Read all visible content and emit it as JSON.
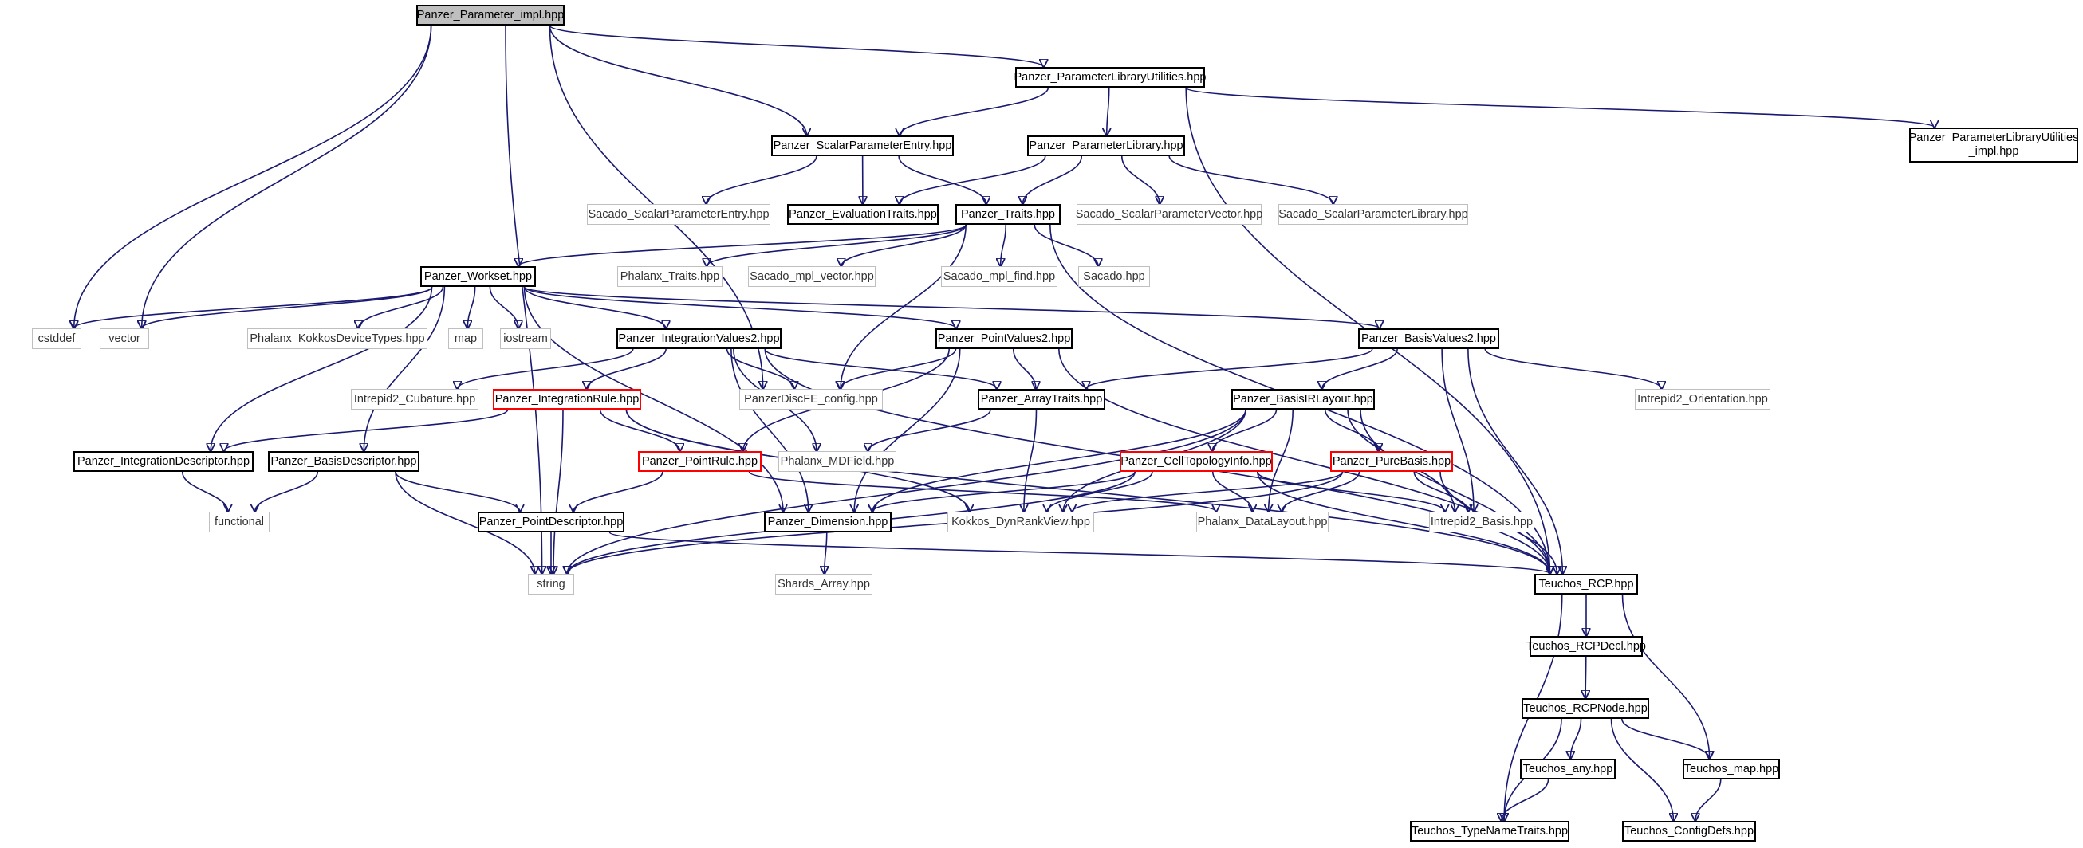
{
  "colors": {
    "edge": "#191970",
    "border_documented": "#000000",
    "border_external": "#bfbfbf",
    "border_incomplete": "#ff0000",
    "root_fill": "#bfbfbf"
  },
  "nodes": {
    "root": "Panzer_Parameter_impl.hpp",
    "param_lib_utils": "Panzer_ParameterLibraryUtilities.hpp",
    "param_lib_utils_impl": "Panzer_ParameterLibraryUtilities\n_impl.hpp",
    "scalar_param_entry": "Panzer_ScalarParameterEntry.hpp",
    "param_library": "Panzer_ParameterLibrary.hpp",
    "sacado_scalar_param_entry": "Sacado_ScalarParameterEntry.hpp",
    "evaluation_traits": "Panzer_EvaluationTraits.hpp",
    "traits": "Panzer_Traits.hpp",
    "sacado_scalar_param_vector": "Sacado_ScalarParameterVector.hpp",
    "sacado_scalar_param_library": "Sacado_ScalarParameterLibrary.hpp",
    "workset": "Panzer_Workset.hpp",
    "phalanx_traits": "Phalanx_Traits.hpp",
    "sacado_mpl_vector": "Sacado_mpl_vector.hpp",
    "sacado_mpl_find": "Sacado_mpl_find.hpp",
    "sacado": "Sacado.hpp",
    "cstddef": "cstddef",
    "vector": "vector",
    "phalanx_kokkos_device_types": "Phalanx_KokkosDeviceTypes.hpp",
    "map": "map",
    "iostream": "iostream",
    "integration_values2": "Panzer_IntegrationValues2.hpp",
    "point_values2": "Panzer_PointValues2.hpp",
    "basis_values2": "Panzer_BasisValues2.hpp",
    "intrepid2_cubature": "Intrepid2_Cubature.hpp",
    "integration_rule": "Panzer_IntegrationRule.hpp",
    "panzer_disc_fe_config": "PanzerDiscFE_config.hpp",
    "array_traits": "Panzer_ArrayTraits.hpp",
    "basis_ir_layout": "Panzer_BasisIRLayout.hpp",
    "intrepid2_orientation": "Intrepid2_Orientation.hpp",
    "integration_descriptor": "Panzer_IntegrationDescriptor.hpp",
    "basis_descriptor": "Panzer_BasisDescriptor.hpp",
    "point_rule": "Panzer_PointRule.hpp",
    "phalanx_md_field": "Phalanx_MDField.hpp",
    "cell_topology_info": "Panzer_CellTopologyInfo.hpp",
    "pure_basis": "Panzer_PureBasis.hpp",
    "functional": "functional",
    "point_descriptor": "Panzer_PointDescriptor.hpp",
    "dimension": "Panzer_Dimension.hpp",
    "kokkos_dyn_rank_view": "Kokkos_DynRankView.hpp",
    "phalanx_data_layout": "Phalanx_DataLayout.hpp",
    "intrepid2_basis": "Intrepid2_Basis.hpp",
    "string": "string",
    "shards_array": "Shards_Array.hpp",
    "teuchos_rcp": "Teuchos_RCP.hpp",
    "teuchos_rcp_decl": "Teuchos_RCPDecl.hpp",
    "teuchos_rcp_node": "Teuchos_RCPNode.hpp",
    "teuchos_any": "Teuchos_any.hpp",
    "teuchos_map": "Teuchos_map.hpp",
    "teuchos_type_name_traits": "Teuchos_TypeNameTraits.hpp",
    "teuchos_config_defs": "Teuchos_ConfigDefs.hpp"
  }
}
